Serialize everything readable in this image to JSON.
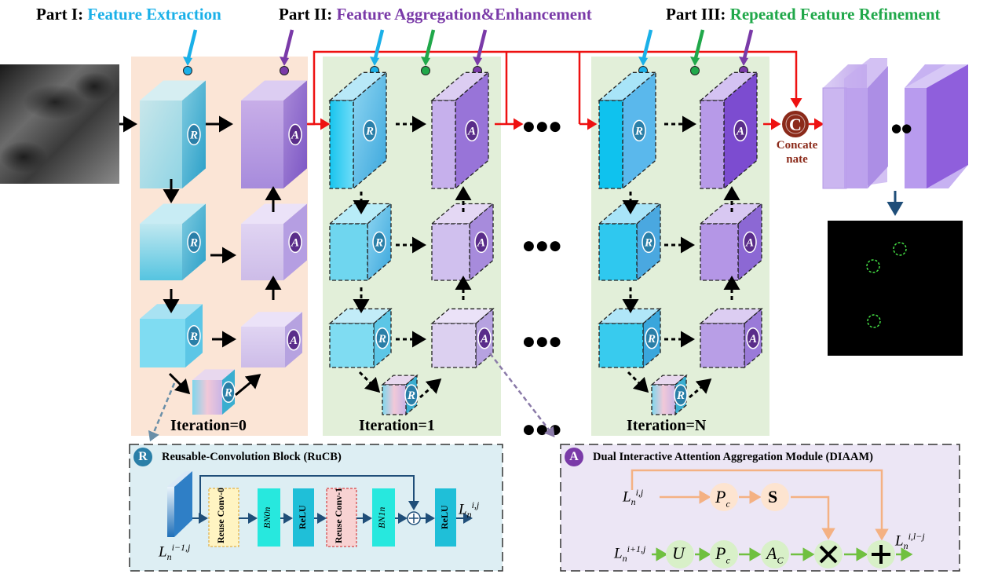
{
  "titles": {
    "part1_prefix": "Part I:",
    "part1_name": "Feature Extraction",
    "part2_prefix": "Part II:",
    "part2_name": "Feature Aggregation&Enhancement",
    "part3_prefix": "Part III:",
    "part3_name": "Repeated Feature Refinement"
  },
  "iterations": [
    "Iteration=0",
    "Iteration=1",
    "Iteration=N"
  ],
  "concat": {
    "symbol": "C",
    "label_line1": "Concate",
    "label_line2": "nate"
  },
  "cube_marks": {
    "reuse": "R",
    "attention": "A"
  },
  "rucb": {
    "badge": "R",
    "title": "Reusable-Convolution Block (RuCB)",
    "layers": [
      "Reuse Conv-0",
      "BN0n",
      "ReLU",
      "Reuse Conv-1",
      "BN1n",
      "ReLU"
    ],
    "layer_labels": {
      "reuse0": "Reuse\nConv-0",
      "bn0": "BN",
      "bn0_sub": "0",
      "bn0_sup": "n",
      "relu": "ReLU",
      "reuse1": "Reuse\nConv-1",
      "bn1": "BN",
      "bn1_sub": "1",
      "bn1_sup": "n"
    },
    "input_label": "L",
    "input_sub": "n",
    "input_sup": "i−1,j",
    "output_label": "L",
    "output_sub": "n",
    "output_sup": "i,j",
    "add_symbol": "⊕"
  },
  "diaam": {
    "badge": "A",
    "title": "Dual Interactive Attention Aggregation Module (DIAAM)",
    "input1_label": "L",
    "input1_sub": "n",
    "input1_sup": "i,j",
    "input2_label": "L",
    "input2_sub": "n",
    "input2_sup": "i+1,j",
    "output_label": "L",
    "output_sub": "n",
    "output_sup": "i,l−j",
    "ops": {
      "pc": "P",
      "pc_sub": "c",
      "s": "S",
      "u": "U",
      "ac": "A",
      "ac_sub": "C",
      "mul": "✕",
      "add": "+"
    }
  },
  "ellipsis": "●●●",
  "colors": {
    "part1": "#1ab0e8",
    "part2": "#7a3aa8",
    "part3": "#20a84a",
    "panel0_bg": "#fbe5d6",
    "panel1_bg": "#e2efd9",
    "rucb_bg": "#ddeef3",
    "diaam_bg": "#ece6f5",
    "red_line": "#ee1111",
    "concat": "#8b2a1a",
    "detection": "#44dd44"
  }
}
